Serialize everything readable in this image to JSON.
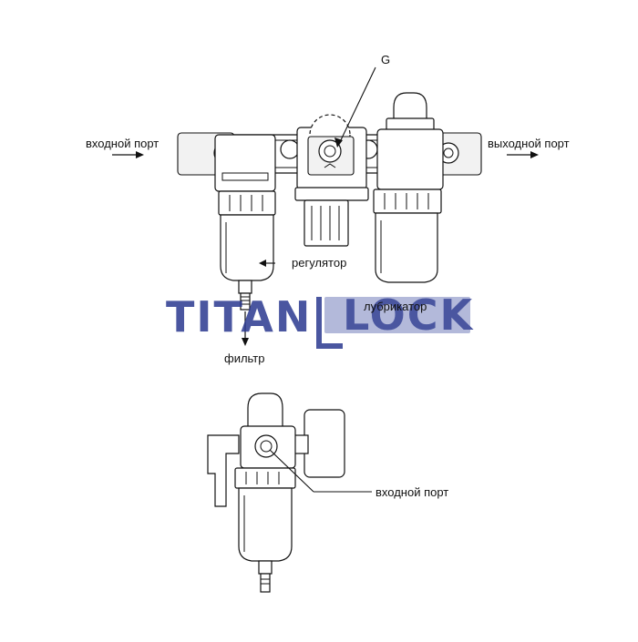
{
  "labels": {
    "g": "G",
    "inlet_port_top": "входной порт",
    "outlet_port": "выходной порт",
    "regulator": "регулятор",
    "lubricator": "лубрикатор",
    "filter": "фильтр",
    "inlet_port_bottom": "входной порт"
  },
  "watermark": {
    "left": "TITAN",
    "right": "LOCK",
    "color": "#2b3990"
  },
  "colors": {
    "line": "#111111",
    "fill": "#ffffff",
    "shade": "#f2f2f2"
  }
}
